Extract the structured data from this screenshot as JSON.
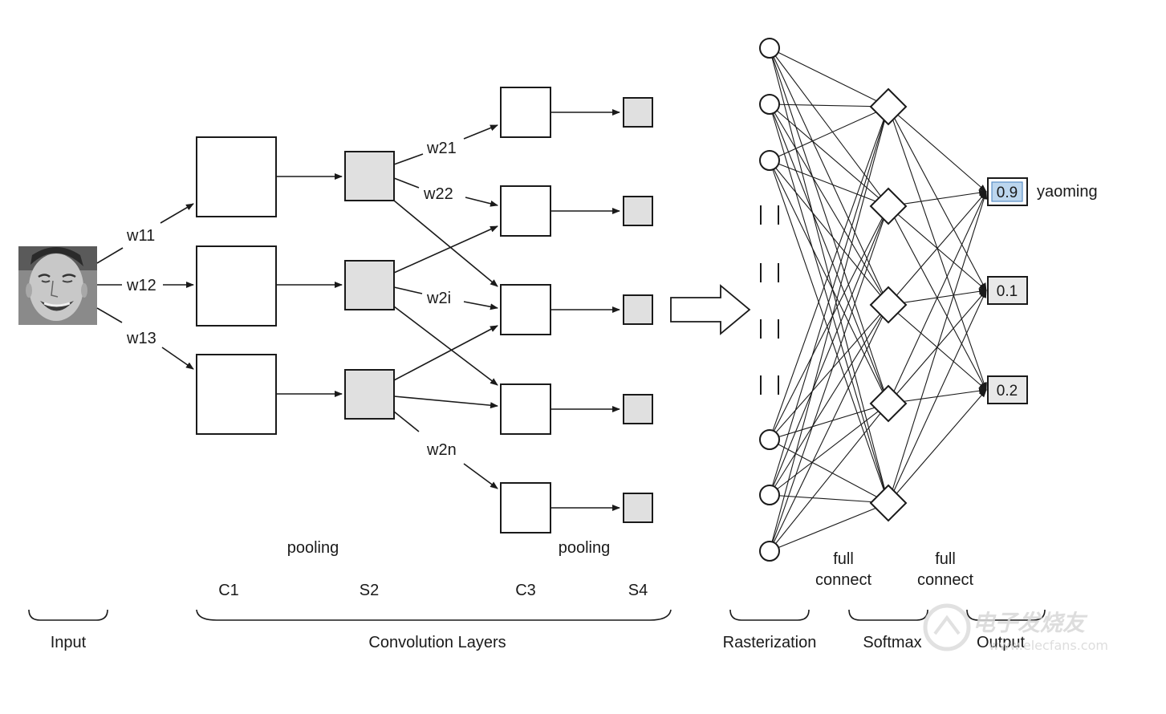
{
  "weights": {
    "w11": "w11",
    "w12": "w12",
    "w13": "w13",
    "w21": "w21",
    "w22": "w22",
    "w2i": "w2i",
    "w2n": "w2n"
  },
  "labels": {
    "pooling_1": "pooling",
    "pooling_2": "pooling",
    "c1": "C1",
    "s2": "S2",
    "c3": "C3",
    "s4": "S4",
    "input": "Input",
    "convolution_layers": "Convolution Layers",
    "rasterization": "Rasterization",
    "softmax": "Softmax",
    "output": "Output",
    "full_connect_1_line1": "full",
    "full_connect_1_line2": "connect",
    "full_connect_2_line1": "full",
    "full_connect_2_line2": "connect"
  },
  "outputs": [
    {
      "value": "0.9",
      "label": "yaoming",
      "highlighted": true
    },
    {
      "value": "0.1",
      "label": ""
    },
    {
      "value": "0.2",
      "label": ""
    }
  ],
  "watermark": {
    "text_cn": "电子发烧友",
    "text_url": "www.elecfans.com"
  },
  "colors": {
    "stroke": "#1a1a1a",
    "pooled_fill": "#e0e0e0",
    "highlight_fill": "#bcd6ee",
    "highlight_stroke": "#5b8fc7"
  }
}
